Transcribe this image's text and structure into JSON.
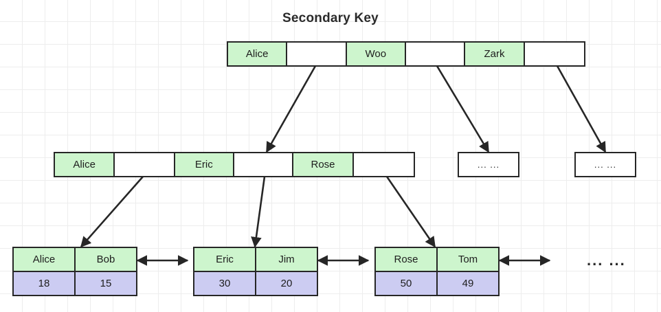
{
  "title": "Secondary Key",
  "colors": {
    "key_fill": "#cdf5cd",
    "value_fill": "#ccccf2",
    "blank_fill": "#ffffff",
    "stroke": "#262626",
    "grid": "#ededed",
    "background": "#ffffff",
    "text": "#1d1d1d"
  },
  "root": {
    "name": "root-internal-node",
    "cells": [
      {
        "text": "Alice",
        "type": "key"
      },
      {
        "text": "",
        "type": "pointer"
      },
      {
        "text": "Woo",
        "type": "key"
      },
      {
        "text": "",
        "type": "pointer"
      },
      {
        "text": "Zark",
        "type": "key"
      },
      {
        "text": "",
        "type": "pointer"
      }
    ]
  },
  "internal": {
    "name": "level2-internal-node",
    "cells": [
      {
        "text": "Alice",
        "type": "key"
      },
      {
        "text": "",
        "type": "pointer"
      },
      {
        "text": "Eric",
        "type": "key"
      },
      {
        "text": "",
        "type": "pointer"
      },
      {
        "text": "Rose",
        "type": "key"
      },
      {
        "text": "",
        "type": "pointer"
      }
    ]
  },
  "internal_placeholders": [
    {
      "text": "... ..."
    },
    {
      "text": "... ..."
    }
  ],
  "leaves": [
    {
      "names": [
        "Alice",
        "Bob"
      ],
      "values": [
        "18",
        "15"
      ]
    },
    {
      "names": [
        "Eric",
        "Jim"
      ],
      "values": [
        "30",
        "20"
      ]
    },
    {
      "names": [
        "Rose",
        "Tom"
      ],
      "values": [
        "50",
        "49"
      ]
    }
  ],
  "leaf_tail_ellipsis": "... ...",
  "edges": {
    "tree": [
      {
        "from": "root-pointer-1",
        "to": "level2-internal-node"
      },
      {
        "from": "root-pointer-2",
        "to": "internal-placeholder-1"
      },
      {
        "from": "root-pointer-3",
        "to": "internal-placeholder-2"
      },
      {
        "from": "level2-pointer-1",
        "to": "leaf-1"
      },
      {
        "from": "level2-pointer-2",
        "to": "leaf-2"
      },
      {
        "from": "level2-pointer-3",
        "to": "leaf-3"
      }
    ],
    "leaf_links": [
      {
        "from": "leaf-1",
        "to": "leaf-2"
      },
      {
        "from": "leaf-2",
        "to": "leaf-3"
      },
      {
        "from": "leaf-3",
        "to": "leaf-tail"
      }
    ]
  }
}
